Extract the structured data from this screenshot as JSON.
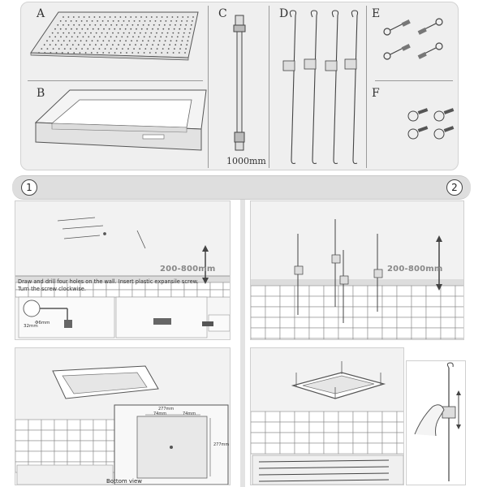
{
  "parts": {
    "labels": [
      "A",
      "B",
      "C",
      "D",
      "E",
      "F"
    ],
    "pipe_length": "1000mm"
  },
  "steps": {
    "step1_number": "1",
    "step2_number": "2"
  },
  "step1": {
    "instruction_line1": "Draw and drill four holes on the wall.  Insert plastic expansile screw.",
    "instruction_line2": "Turn the screw clockwise.",
    "height_range": "200-800mm",
    "hole_size": "Φ6mm",
    "depth": "32mm",
    "bottom_view_label": "Bottom view",
    "dim_outer": "277mm",
    "dim_inner_left": "74mm",
    "dim_inner_right": "74mm",
    "dim_side": "277mm"
  },
  "step2": {
    "height_range": "200-800mm"
  },
  "colors": {
    "panel_bg": "#efefef",
    "step_bar": "#dedede",
    "tile_grid": "#8a8a8a",
    "line": "#555555"
  }
}
